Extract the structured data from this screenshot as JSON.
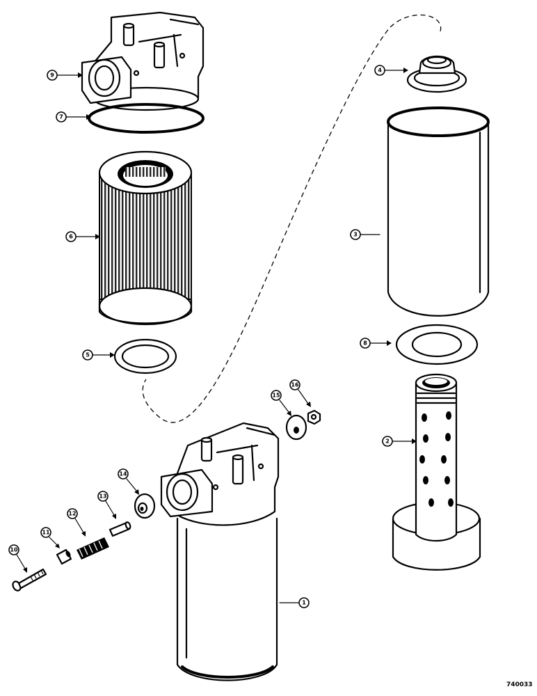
{
  "callouts": {
    "c1": "1",
    "c2": "2",
    "c3": "3",
    "c4": "4",
    "c5": "5",
    "c6": "6",
    "c7": "7",
    "c8": "8",
    "c9": "9",
    "c10": "10",
    "c11": "11",
    "c12": "12",
    "c13": "13",
    "c14": "14",
    "c15": "15",
    "c16": "16"
  },
  "drawing_number": "740033"
}
